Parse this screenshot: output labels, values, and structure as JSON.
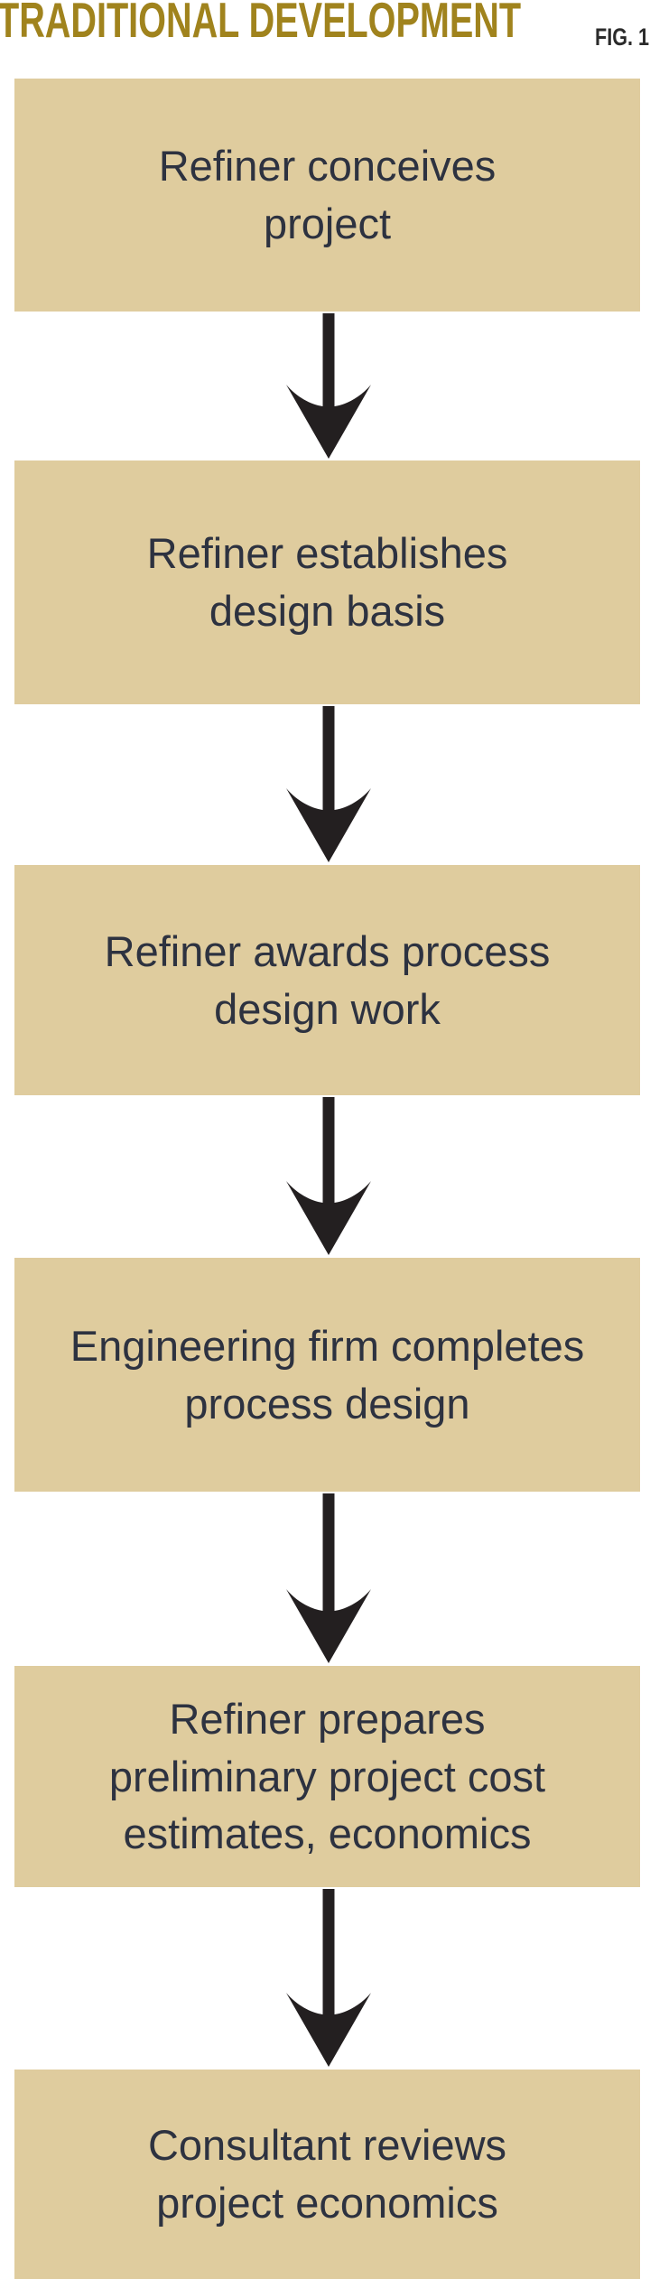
{
  "figure": {
    "title": "TRADITIONAL DEVELOPMENT",
    "figure_label": "FIG. 1"
  },
  "colors": {
    "title_gold": "#a0831d",
    "box_fill": "#dfcc9e",
    "box_text": "#2d3240",
    "arrow_black": "#231f20",
    "figure_label_text": "#2b2b2b",
    "background": "#ffffff"
  },
  "flow": {
    "direction": "top-to-bottom",
    "steps": [
      {
        "label": "Refiner conceives\nproject"
      },
      {
        "label": "Refiner establishes\ndesign basis"
      },
      {
        "label": "Refiner awards process\ndesign work"
      },
      {
        "label": "Engineering firm completes\nprocess design"
      },
      {
        "label": "Refiner prepares\npreliminary project cost\nestimates, economics"
      },
      {
        "label": "Consultant reviews\nproject economics"
      }
    ]
  }
}
